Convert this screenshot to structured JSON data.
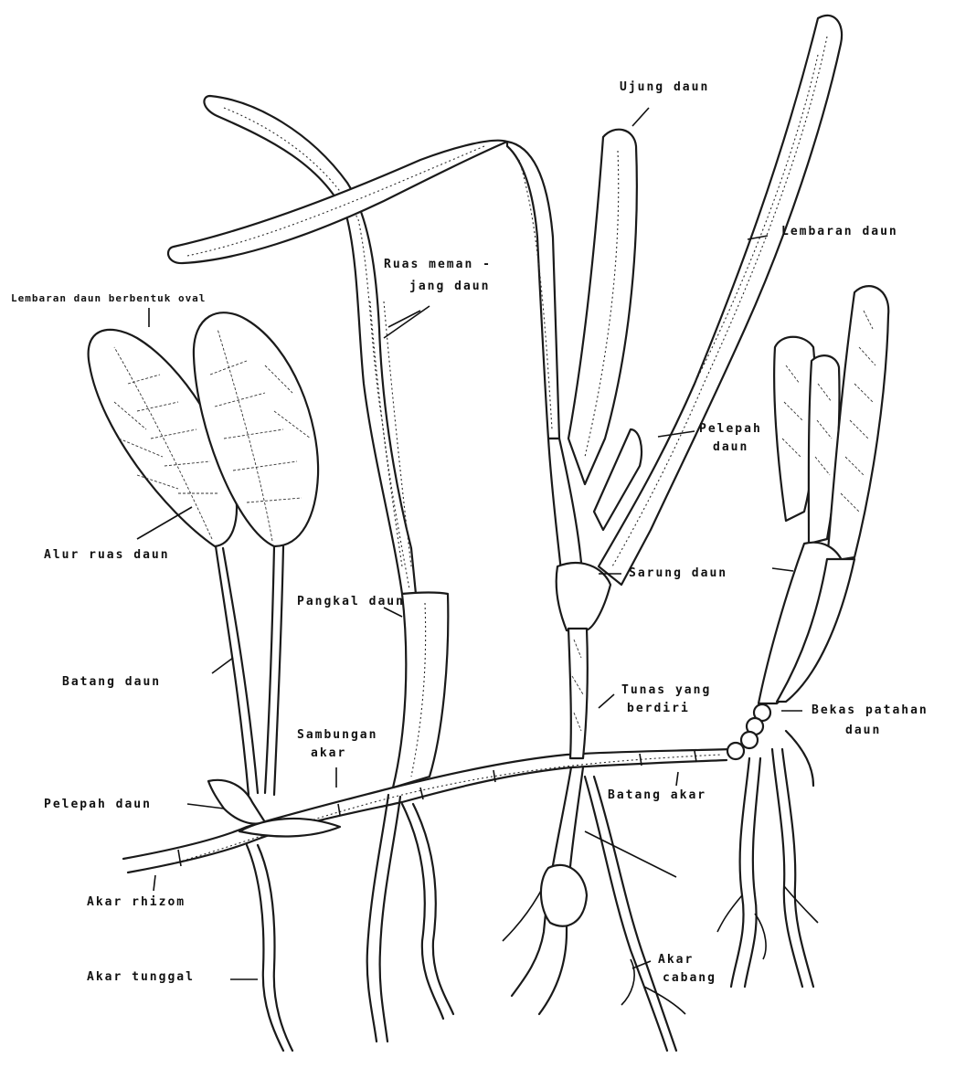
{
  "labels": {
    "lembaran_daun_oval": "Lembaran daun berbentuk oval",
    "alur_ruas_daun": "Alur ruas daun",
    "batang_daun": "Batang daun",
    "pelepah_daun_left": "Pelepah daun",
    "akar_rhizom": "Akar rhizom",
    "akar_tunggal": "Akar tunggal",
    "ruas_line1": "Ruas meman -",
    "ruas_line2": "jang daun",
    "pangkal_daun": "Pangkal daun",
    "sambungan_line1": "Sambungan",
    "sambungan_line2": "akar",
    "ujung_daun": "Ujung daun",
    "lembaran_daun": "Lembaran daun",
    "pelepah_line1": "Pelepah",
    "pelepah_line2": "daun",
    "sarung_daun": "Sarung daun",
    "tunas_line1": "Tunas yang",
    "tunas_line2": "berdiri",
    "bekas_line1": "Bekas patahan",
    "bekas_line2": "daun",
    "batang_akar": "Batang akar",
    "akar_cabang_line1": "Akar",
    "akar_cabang_line2": "cabang"
  }
}
